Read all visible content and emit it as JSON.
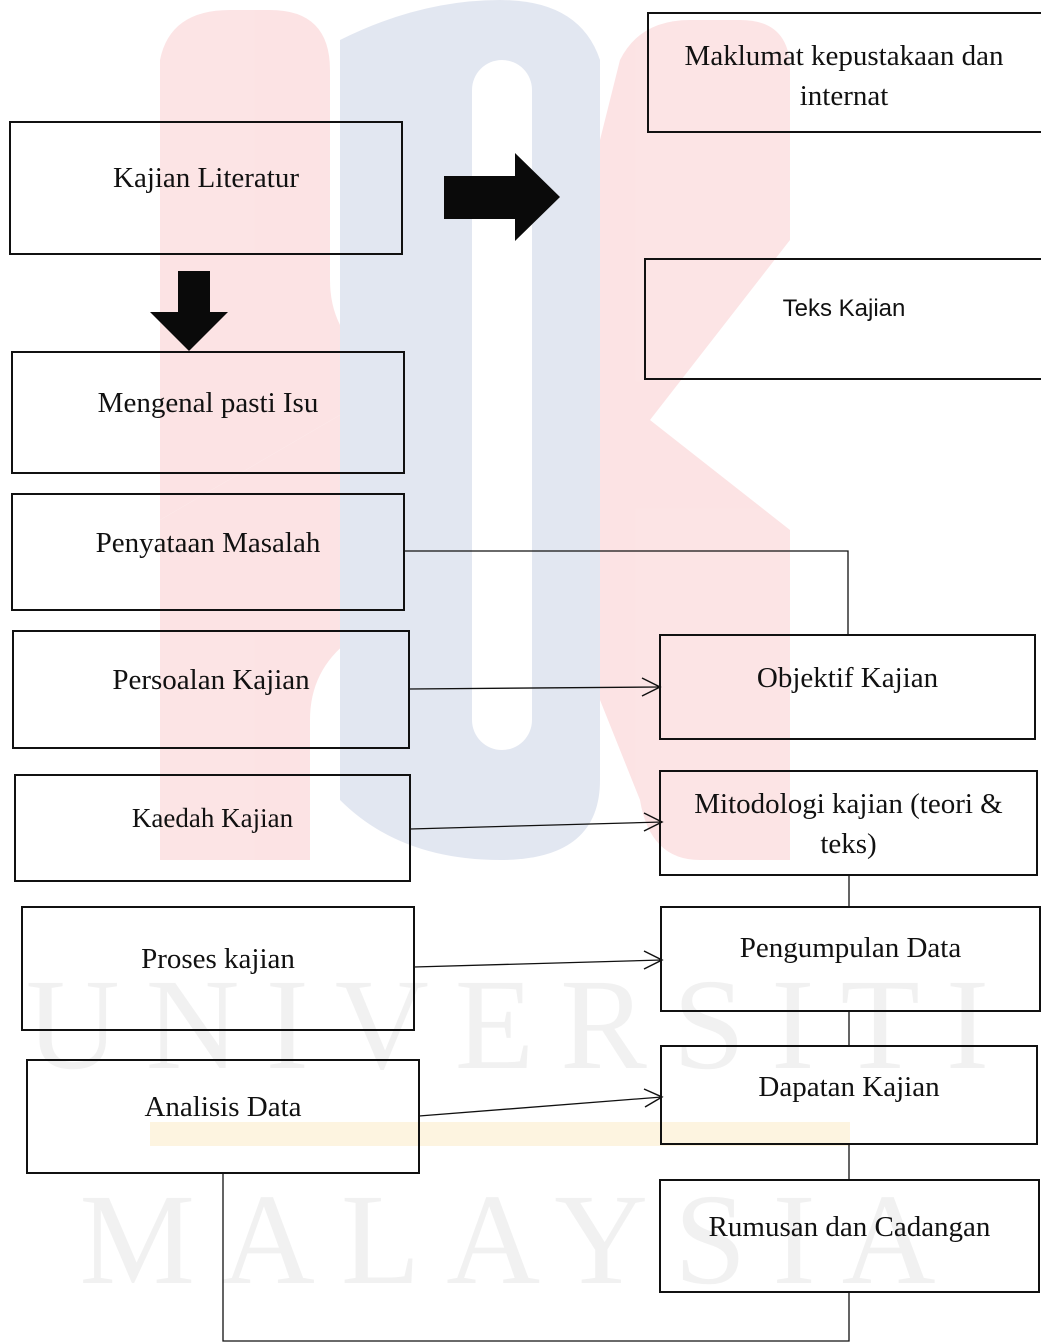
{
  "watermark": {
    "line1": "UNIVERSITI",
    "line2": "MALAYSIA",
    "colors": {
      "red": "#e8232c",
      "blue": "#1b3f8f",
      "gold": "#f0a500"
    }
  },
  "boxes": {
    "maklumat": "Maklumat kepustakaan dan internat",
    "kajian_literatur": "Kajian Literatur",
    "teks_kajian": "Teks Kajian",
    "mengenal_pasti": "Mengenal pasti Isu",
    "penyataan_masalah": "Penyataan Masalah",
    "persoalan_kajian": "Persoalan Kajian",
    "objektif_kajian": "Objektif Kajian",
    "kaedah_kajian": "Kaedah Kajian",
    "mitodologi": "Mitodologi kajian (teori & teks)",
    "proses_kajian": "Proses kajian",
    "pengumpulan_data": "Pengumpulan Data",
    "analisis_data": "Analisis Data",
    "dapatan_kajian": "Dapatan Kajian",
    "rumusan": "Rumusan dan Cadangan"
  },
  "colors": {
    "line": "#111111",
    "arrow_fill": "#0a0a0a"
  }
}
